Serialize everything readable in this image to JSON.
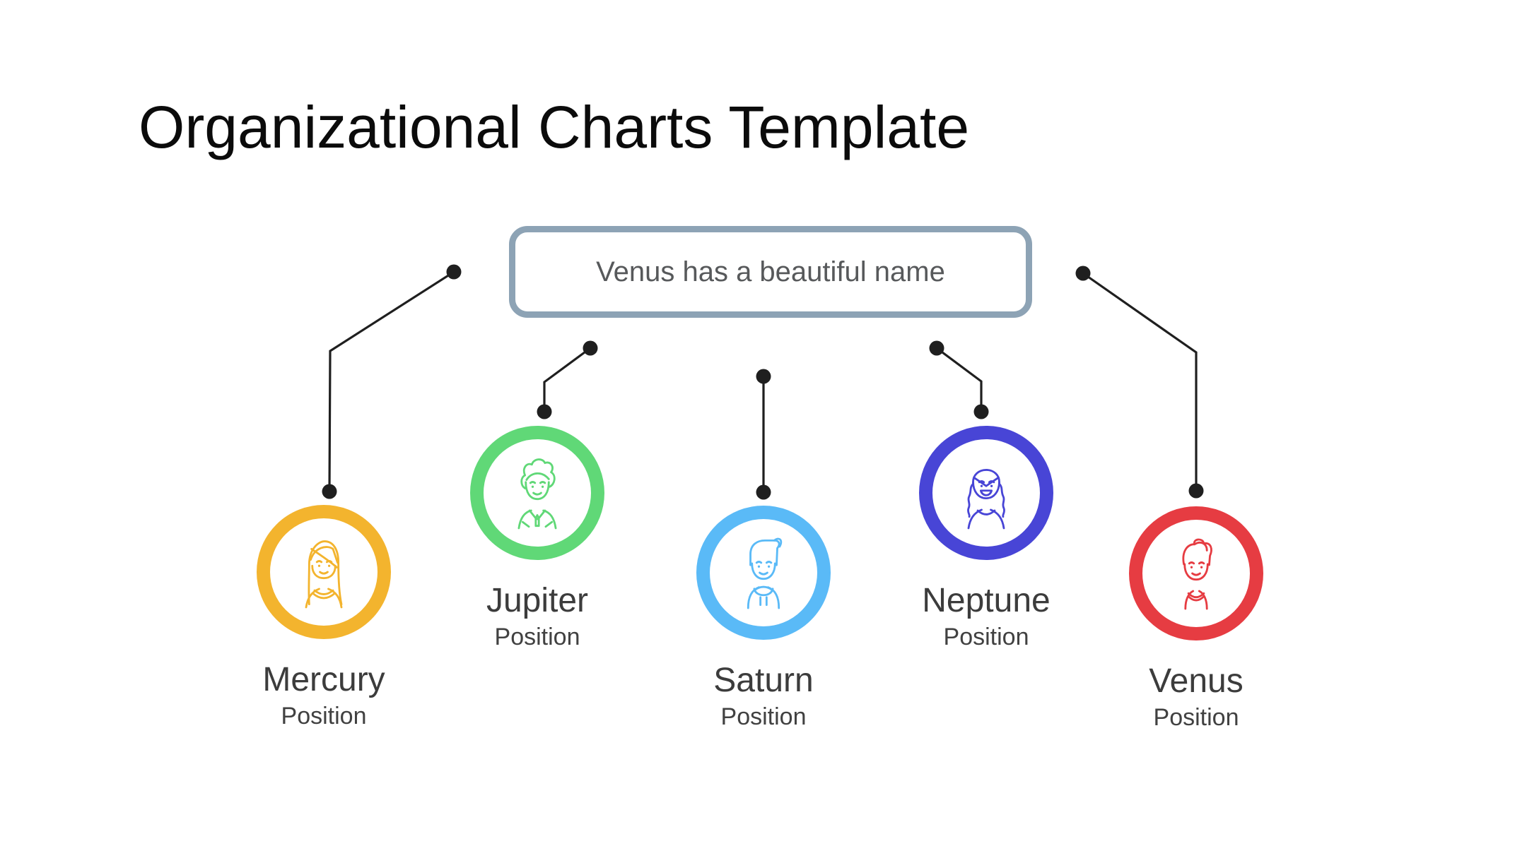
{
  "page": {
    "title": "Organizational Charts Template",
    "background_color": "#ffffff"
  },
  "root_box": {
    "label": "Venus has a beautiful name",
    "border_color": "#8da3b5",
    "text_color": "#57595b"
  },
  "connectors": {
    "color": "#1f1f1f",
    "style": "elbow lines with round endpoint dots",
    "links": [
      {
        "from": "root",
        "to": "Mercury"
      },
      {
        "from": "root",
        "to": "Jupiter"
      },
      {
        "from": "root",
        "to": "Saturn"
      },
      {
        "from": "root",
        "to": "Neptune"
      },
      {
        "from": "root",
        "to": "Venus"
      }
    ]
  },
  "members": [
    {
      "name": "Mercury",
      "role": "Position",
      "color": "#f3b42e",
      "icon": "woman-long-hair-avatar"
    },
    {
      "name": "Jupiter",
      "role": "Position",
      "color": "#60d877",
      "icon": "man-curly-hair-avatar"
    },
    {
      "name": "Saturn",
      "role": "Position",
      "color": "#5abaf7",
      "icon": "man-quiff-hoodie-avatar"
    },
    {
      "name": "Neptune",
      "role": "Position",
      "color": "#4845d6",
      "icon": "woman-pigtails-avatar"
    },
    {
      "name": "Venus",
      "role": "Position",
      "color": "#e63c42",
      "icon": "man-pompadour-avatar"
    }
  ]
}
